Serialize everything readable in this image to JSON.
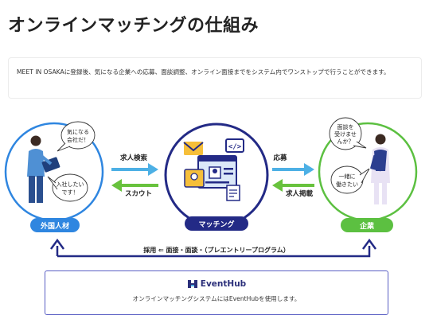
{
  "heading": "オンラインマッチングの仕組み",
  "intro": "MEET IN OSAKAに登録後、気になる企業への応募、面談調整、オンライン面接までをシステム内でワンストップで行うことができます。",
  "left": {
    "label": "外国人材",
    "bubble_top": "気になる会社だ！",
    "bubble_bottom": "入社したいです！"
  },
  "right": {
    "label": "企業",
    "bubble_top": "面談を受けませんか？",
    "bubble_bottom": "一緒に働きたい"
  },
  "center": {
    "label": "マッチング"
  },
  "arrows": {
    "job_search": "求人検索",
    "scout": "スカウト",
    "apply": "応募",
    "post_job": "求人掲載"
  },
  "flow_caption": "採用 ⇐ 面接・面談・（プレエントリープログラム）",
  "eventhub": {
    "brand": "EventHub",
    "description": "オンラインマッチングシステムにはEventHubを使用します。"
  },
  "colors": {
    "left": "#2f86e0",
    "center": "#232a86",
    "right": "#5cc041",
    "arrow_right": "#4db0e5",
    "arrow_left": "#68c23d",
    "bottom_arrow": "#232a86"
  }
}
